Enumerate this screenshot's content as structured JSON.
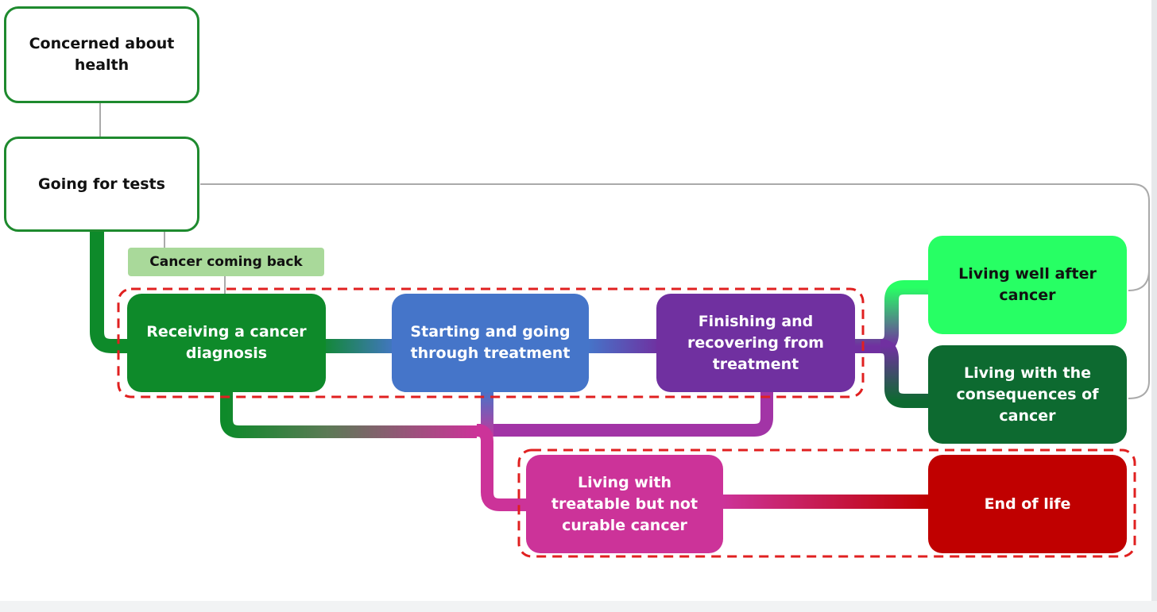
{
  "nodes": {
    "concerned": "Concerned about health",
    "tests": "Going for tests",
    "diagnosis": "Receiving a cancer diagnosis",
    "treatment": "Starting and going through treatment",
    "finishing": "Finishing and recovering from treatment",
    "living_well": "Living well after cancer",
    "consequences": "Living with the consequences of cancer",
    "treatable": "Living with treatable but not curable cancer",
    "end_of_life": "End of life"
  },
  "tag": {
    "coming_back": "Cancer coming back"
  },
  "colors": {
    "outline_green": "#1e8a2e",
    "diagnosis": "#0e8a2a",
    "treatment": "#4575c9",
    "finishing": "#7030a0",
    "living_well": "#27ff64",
    "consequences": "#0d6a30",
    "treatable": "#cc3399",
    "end_of_life": "#c00000",
    "tag": "#a9d99a",
    "dashed": "#e02020",
    "grey_line": "#aaaaaa"
  }
}
